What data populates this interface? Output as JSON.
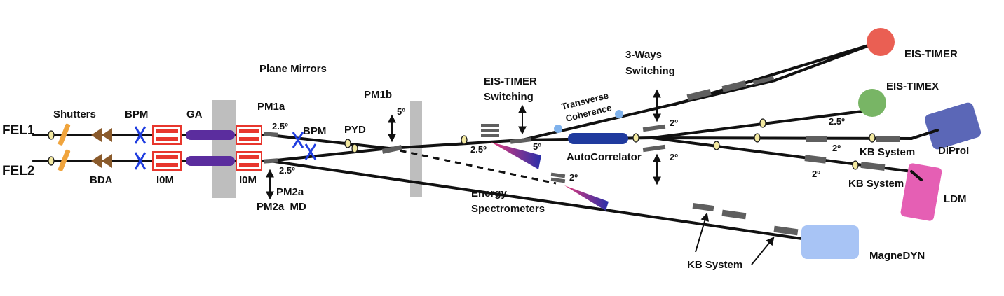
{
  "sources": {
    "fel1": "FEL1",
    "fel2": "FEL2"
  },
  "labels": {
    "shutters": "Shutters",
    "bpm_left": "BPM",
    "ga": "GA",
    "bda": "BDA",
    "i0m_left": "I0M",
    "i0m_right": "I0M",
    "plane_mirrors": "Plane Mirrors",
    "pm1a": "PM1a",
    "pm2a": "PM2a",
    "pm2a_md": "PM2a_MD",
    "bpm_right": "BPM",
    "pyd": "PYD",
    "pm1b": "PM1b",
    "energy_spectrometers_line1": "Energy",
    "energy_spectrometers_line2": "Spectrometers",
    "eis_timer_switching_line1": "EIS-TIMER",
    "eis_timer_switching_line2": "Switching",
    "transverse_coherence_line1": "Transverse",
    "transverse_coherence_line2": "Coherence",
    "autocorrelator": "AutoCorrelator",
    "three_ways_line1": "3-Ways",
    "three_ways_line2": "Switching",
    "kb_system_diproi": "KB System",
    "kb_system_ldm": "KB System",
    "kb_system_magnedyn": "KB System"
  },
  "angles": {
    "pm1a": "2.5º",
    "pm2a": "2.5º",
    "pm1b": "5º",
    "eis_timer_mirror": "2.5º",
    "eis_timer_switch": "5º",
    "spectrometer": "2º",
    "three_way_upper": "2º",
    "three_way_lower": "2º",
    "timex": "2.5º",
    "diproi": "2º",
    "ldm": "2º"
  },
  "endstations": {
    "eis_timer": "EIS-TIMER",
    "eis_timex": "EIS-TIMEX",
    "diproi": "DiProI",
    "ldm": "LDM",
    "magnedyn": "MagneDYN"
  },
  "colors": {
    "beam": "#111111",
    "shutter": "#f0a43c",
    "bda": "#8a5a2b",
    "bpm": "#1f3de0",
    "i0m": "#e8362d",
    "ga": "#5b2d9e",
    "wall": "#bebebe",
    "autocorrelator": "#1f3a9e",
    "eis_timer": "#ea5f53",
    "eis_timex": "#78b565",
    "diproi": "#5b67b7",
    "ldm": "#e55fb4",
    "magnedyn": "#a8c4f5",
    "coherence_dot": "#7fb2ec"
  }
}
